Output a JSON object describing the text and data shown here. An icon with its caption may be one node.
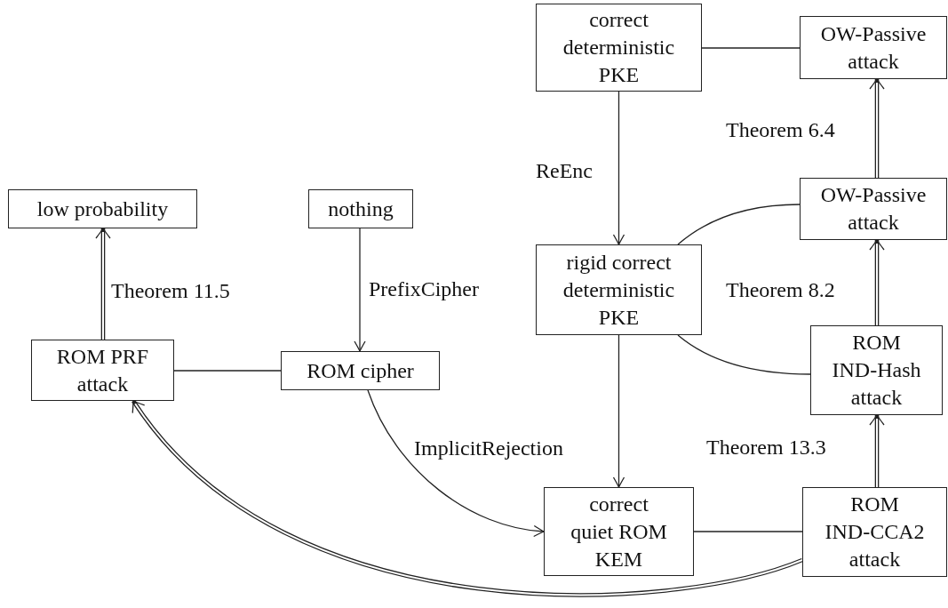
{
  "diagram": {
    "nodes": [
      {
        "text": [
          "correct deterministic PKE"
        ]
      },
      {
        "text": [
          "OW-Passive attack"
        ]
      },
      {
        "text": [
          "low probability"
        ]
      },
      {
        "text": [
          "nothing"
        ]
      },
      {
        "text": [
          "OW-Passive attack"
        ]
      },
      {
        "text": [
          "rigid correct deterministic PKE"
        ]
      },
      {
        "text": [
          "ROM PRF attack"
        ]
      },
      {
        "text": [
          "ROM cipher"
        ]
      },
      {
        "text": [
          "ROM IND-Hash attack"
        ]
      },
      {
        "text": [
          "correct quiet ROM KEM"
        ]
      },
      {
        "text": [
          "ROM IND-CCA2 attack"
        ]
      }
    ],
    "edges": [
      {
        "from": 0,
        "to": 1,
        "arrow": "none"
      },
      {
        "from": 0,
        "to": 5,
        "arrow": "to",
        "label": "ReEnc"
      },
      {
        "from": 4,
        "to": 1,
        "arrow": "to",
        "label": "Theorem 6.4",
        "style": "thick"
      },
      {
        "from": 5,
        "to": 4,
        "arrow": "none"
      },
      {
        "from": 8,
        "to": 4,
        "arrow": "to",
        "label": "Theorem 8.2",
        "style": "thick"
      },
      {
        "from": 5,
        "to": 8,
        "arrow": "none"
      },
      {
        "from": 3,
        "to": 7,
        "arrow": "to",
        "label": "PrefixCipher"
      },
      {
        "from": 6,
        "to": 2,
        "arrow": "to",
        "label": "Theorem 11.5",
        "style": "thick"
      },
      {
        "from": 6,
        "to": 7,
        "arrow": "none"
      },
      {
        "from": 7,
        "to": 9,
        "arrow": "to",
        "label": "ImplicitRejection"
      },
      {
        "from": 5,
        "to": 9,
        "arrow": "to"
      },
      {
        "from": 10,
        "to": 8,
        "arrow": "to",
        "label": "Theorem 13.3",
        "style": "thick"
      },
      {
        "from": 9,
        "to": 10,
        "arrow": "none"
      },
      {
        "from": 10,
        "to": 6,
        "arrow": "to",
        "style": "thick"
      }
    ]
  }
}
